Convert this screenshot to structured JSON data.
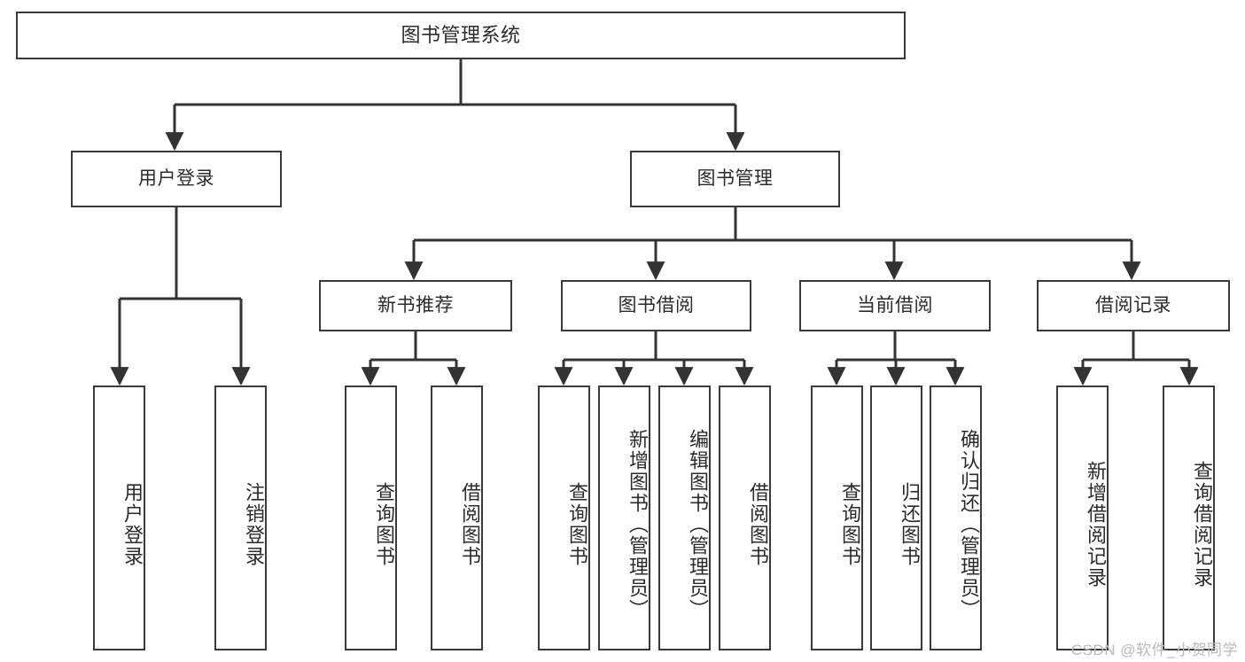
{
  "diagram": {
    "title": "图书管理系统",
    "watermark": "CSDN @软件_小贺同学",
    "colors": {
      "box_border": "#3a3a3a",
      "box_fill": "#ffffff",
      "connector": "#333333",
      "text": "#2b2b2b",
      "watermark": "#b9b9b9",
      "background": "#ffffff"
    },
    "levels": {
      "level1": [
        {
          "id": "root",
          "label": "图书管理系统"
        }
      ],
      "level2": [
        {
          "id": "user-login",
          "label": "用户登录"
        },
        {
          "id": "book-manage",
          "label": "图书管理"
        }
      ],
      "level3": [
        {
          "id": "new-book-rec",
          "label": "新书推荐",
          "parent": "book-manage"
        },
        {
          "id": "book-borrow",
          "label": "图书借阅",
          "parent": "book-manage"
        },
        {
          "id": "current-borrow",
          "label": "当前借阅",
          "parent": "book-manage"
        },
        {
          "id": "borrow-record",
          "label": "借阅记录",
          "parent": "book-manage"
        }
      ],
      "level4": [
        {
          "id": "leaf-user-login",
          "label": "用户登录",
          "parent": "user-login"
        },
        {
          "id": "leaf-user-logout",
          "label": "注销登录",
          "parent": "user-login"
        },
        {
          "id": "leaf-rec-query-book",
          "label": "查询图书",
          "parent": "new-book-rec"
        },
        {
          "id": "leaf-rec-borrow-book",
          "label": "借阅图书",
          "parent": "new-book-rec"
        },
        {
          "id": "leaf-borrow-query-book",
          "label": "查询图书",
          "parent": "book-borrow"
        },
        {
          "id": "leaf-borrow-add-book",
          "label": "新增图书（管理员）",
          "parent": "book-borrow"
        },
        {
          "id": "leaf-borrow-edit-book",
          "label": "编辑图书（管理员）",
          "parent": "book-borrow"
        },
        {
          "id": "leaf-borrow-borrow-book",
          "label": "借阅图书",
          "parent": "book-borrow"
        },
        {
          "id": "leaf-current-query-book",
          "label": "查询图书",
          "parent": "current-borrow"
        },
        {
          "id": "leaf-current-return-book",
          "label": "归还图书",
          "parent": "current-borrow"
        },
        {
          "id": "leaf-current-confirm-return",
          "label": "确认归还（管理员）",
          "parent": "current-borrow"
        },
        {
          "id": "leaf-record-add",
          "label": "新增借阅记录",
          "parent": "borrow-record"
        },
        {
          "id": "leaf-record-query",
          "label": "查询借阅记录",
          "parent": "borrow-record"
        }
      ]
    }
  }
}
